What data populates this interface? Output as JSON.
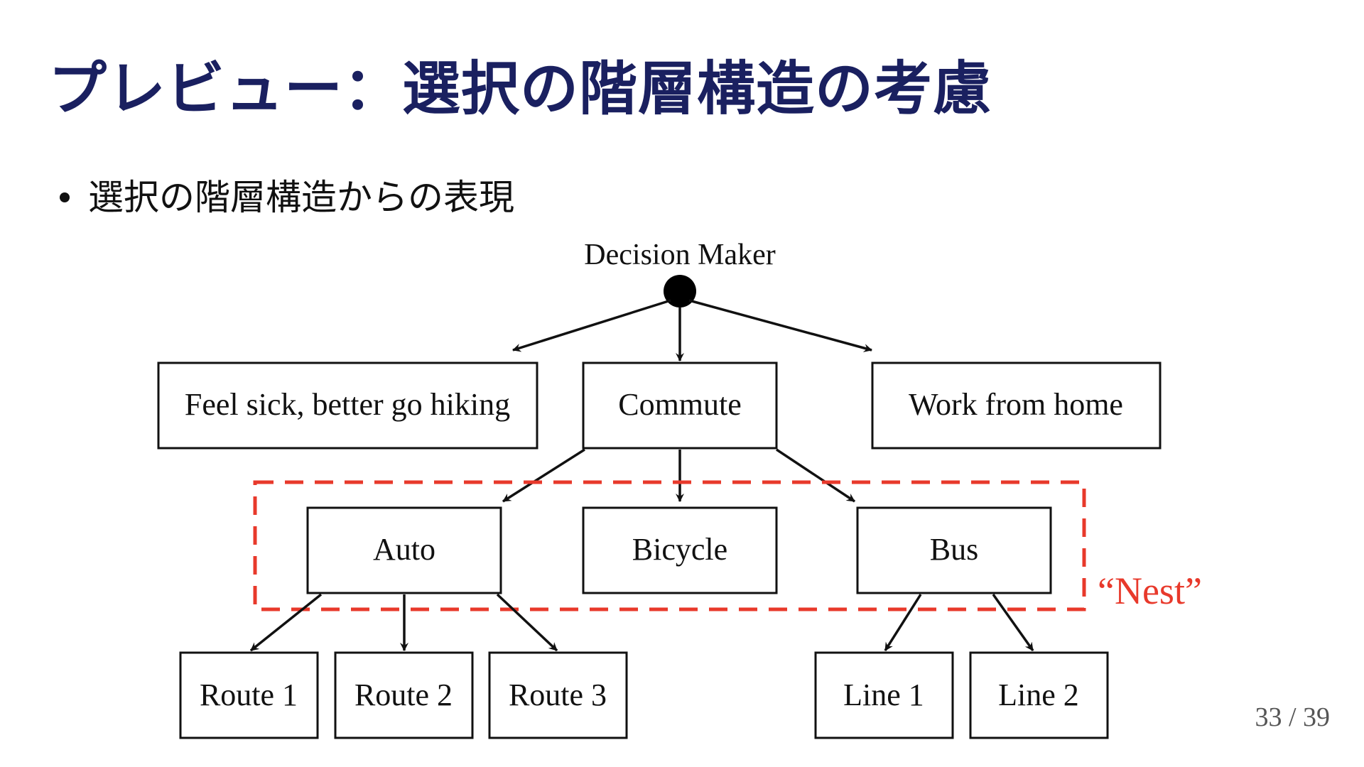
{
  "slide": {
    "title": "プレビュー：選択の階層構造の考慮",
    "bullet": "選択の階層構造からの表現",
    "page_number": "33 / 39"
  },
  "diagram": {
    "root_label": "Decision Maker",
    "level1": [
      "Feel sick, better go hiking",
      "Commute",
      "Work from home"
    ],
    "level2": [
      "Auto",
      "Bicycle",
      "Bus"
    ],
    "level3_auto": [
      "Route 1",
      "Route 2",
      "Route 3"
    ],
    "level3_bus": [
      "Line 1",
      "Line 2"
    ],
    "nest_label": "“Nest”",
    "colors": {
      "nest": "#e8392b",
      "line": "#111111",
      "title": "#1a2060"
    }
  }
}
